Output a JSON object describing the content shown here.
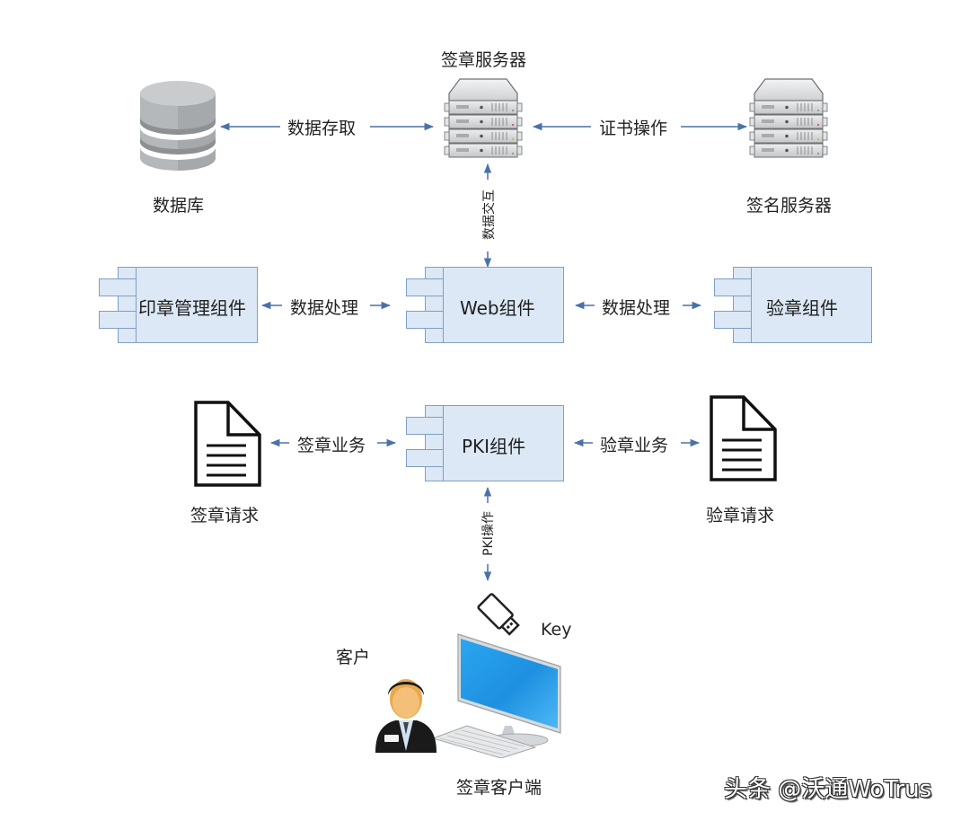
{
  "diagram": {
    "nodes": {
      "database": {
        "label": "数据库",
        "icon": "database-icon"
      },
      "sign_server": {
        "label": "签章服务器",
        "icon": "server-icon"
      },
      "signature_server": {
        "label": "签名服务器",
        "icon": "server-icon"
      },
      "seal_mgmt_component": {
        "label": "印章管理组件",
        "icon": "component-icon"
      },
      "web_component": {
        "label": "Web组件",
        "icon": "component-icon"
      },
      "verify_component": {
        "label": "验章组件",
        "icon": "component-icon"
      },
      "pki_component": {
        "label": "PKI组件",
        "icon": "component-icon"
      },
      "sign_request": {
        "label": "签章请求",
        "icon": "document-icon"
      },
      "verify_request": {
        "label": "验章请求",
        "icon": "document-icon"
      },
      "customer": {
        "label": "客户",
        "icon": "user-icon"
      },
      "usb_key": {
        "label": "Key",
        "icon": "usb-key-icon"
      },
      "sign_client": {
        "label": "签章客户端",
        "icon": "computer-icon"
      }
    },
    "edges": {
      "db_access": {
        "label": "数据存取",
        "from": "database",
        "to": "sign_server"
      },
      "cert_ops": {
        "label": "证书操作",
        "from": "sign_server",
        "to": "signature_server"
      },
      "data_exchange": {
        "label": "数据交互",
        "from": "sign_server",
        "to": "web_component"
      },
      "data_proc_left": {
        "label": "数据处理",
        "from": "seal_mgmt_component",
        "to": "web_component"
      },
      "data_proc_right": {
        "label": "数据处理",
        "from": "web_component",
        "to": "verify_component"
      },
      "sign_business": {
        "label": "签章业务",
        "from": "sign_request",
        "to": "pki_component"
      },
      "verify_business": {
        "label": "验章业务",
        "from": "pki_component",
        "to": "verify_request"
      },
      "pki_ops": {
        "label": "PKI操作",
        "from": "pki_component",
        "to": "sign_client"
      }
    },
    "colors": {
      "component_fill": "#dce8f5",
      "component_border": "#7f9fc4",
      "arrow": "#4a72a8",
      "screen": "#1e9be8"
    }
  },
  "watermark": "头条 @沃通WoTrus"
}
